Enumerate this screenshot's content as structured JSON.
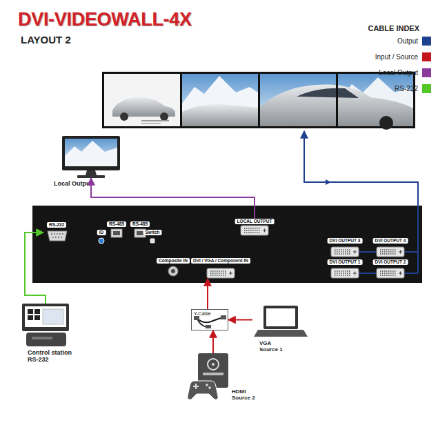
{
  "diagram": {
    "title": "DVI-VIDEOWALL-4X",
    "nodes": [
      {
        "text": [
          "Local Output"
        ]
      },
      {
        "text": [
          "RS-232"
        ]
      },
      {
        "text": [
          "ID"
        ]
      },
      {
        "text": [
          "RS-485"
        ]
      },
      {
        "text": [
          "RS-485"
        ]
      },
      {
        "text": [
          "Switch"
        ]
      },
      {
        "text": [
          "LOCAL OUTPUT"
        ]
      },
      {
        "text": [
          "Composite IN"
        ]
      },
      {
        "text": [
          "DVI / VGA / Component IN"
        ]
      },
      {
        "text": [
          "DVI OUTPUT 3"
        ]
      },
      {
        "text": [
          "DVI OUTPUT 4"
        ]
      },
      {
        "text": [
          "DVI OUTPUT 1"
        ]
      },
      {
        "text": [
          "DVI OUTPUT 2"
        ]
      },
      {
        "text": [
          "Control station RS-232"
        ]
      },
      {
        "text": [
          "Y-Cable"
        ]
      },
      {
        "text": [
          "VGA Source 1"
        ]
      },
      {
        "text": [
          "HDMI Source 2"
        ]
      }
    ],
    "edges": [
      {
        "from": 6,
        "to": 0,
        "arrow": "to"
      },
      {
        "from": 13,
        "to": 1,
        "arrow": "to"
      },
      {
        "from": 14,
        "to": 8,
        "arrow": "to"
      },
      {
        "from": 15,
        "to": 14,
        "arrow": "to"
      },
      {
        "from": 16,
        "to": 14,
        "arrow": "to"
      }
    ],
    "labels": [
      "LAYOUT 2",
      "CABLE INDEX"
    ],
    "legend": [
      {
        "text": "Output",
        "color": "#1f3f8f"
      },
      {
        "text": "Input / Source",
        "color": "#c4161c"
      },
      {
        "text": "Local Output",
        "color": "#8b3a9c"
      },
      {
        "text": "RS-232",
        "color": "#55c829"
      }
    ]
  }
}
